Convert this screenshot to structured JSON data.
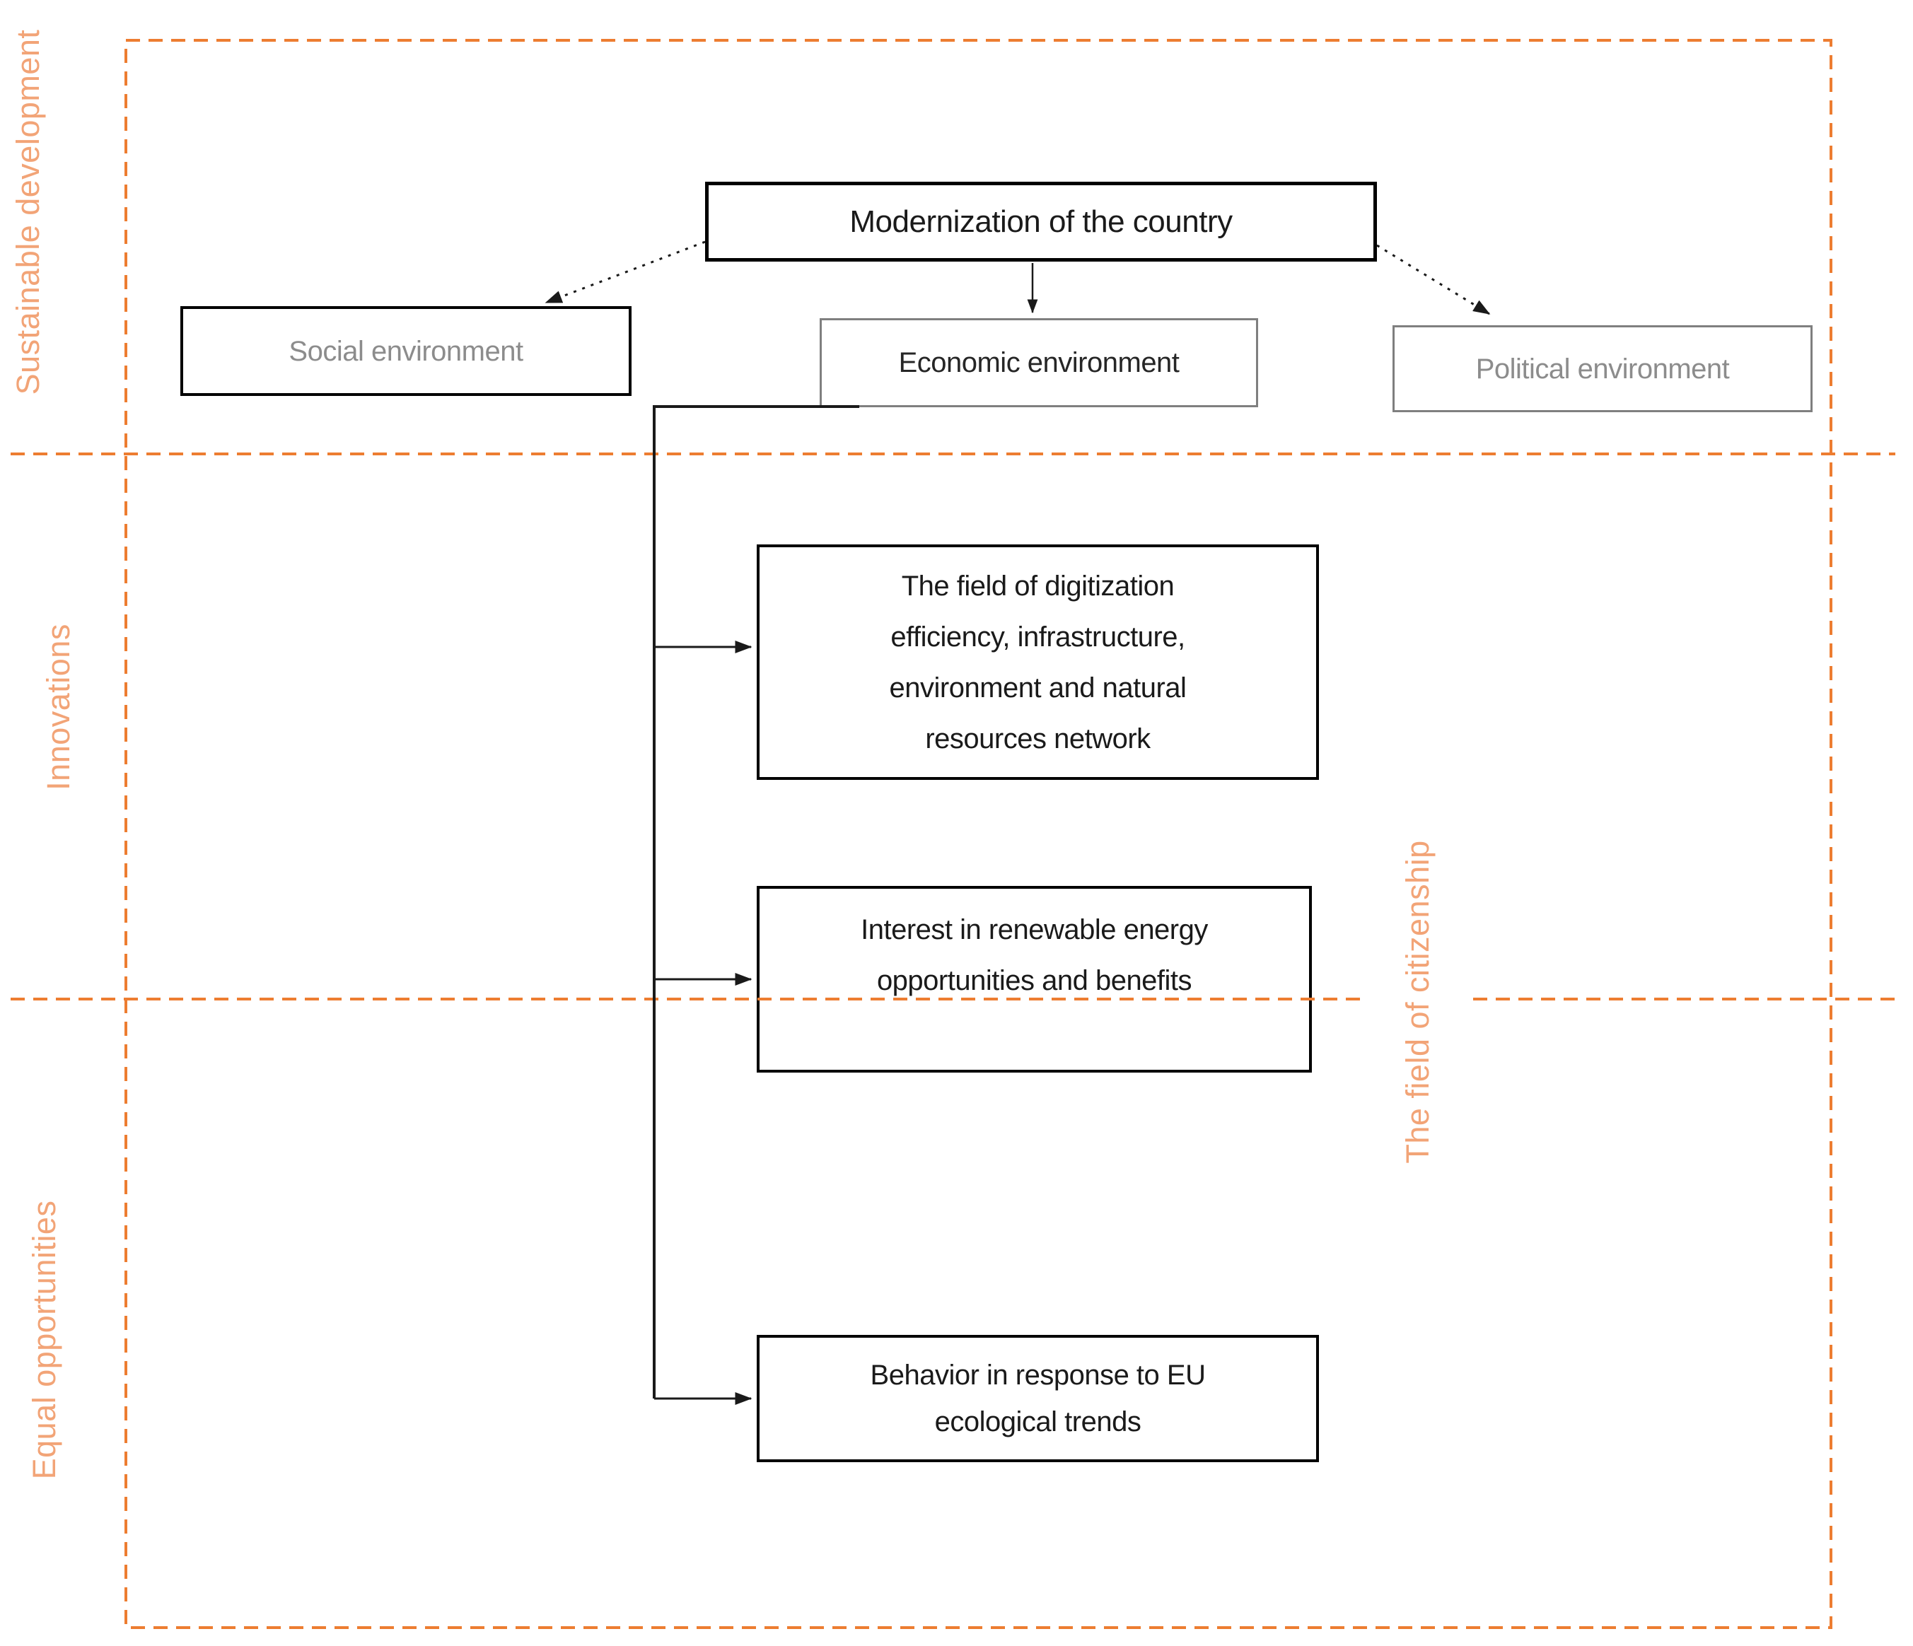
{
  "diagram": {
    "regions": {
      "sustainable_development": "Sustainable development",
      "innovations": "Innovations",
      "equal_opportunities": "Equal opportunities",
      "field_of_citizenship": "The field of citizenship"
    },
    "nodes": {
      "modernization": {
        "label": "Modernization of the country"
      },
      "social": {
        "label": "Social environment"
      },
      "economic": {
        "label": "Economic environment"
      },
      "political": {
        "label": "Political environment"
      },
      "digitization": {
        "label": "The field of digitization efficiency, infrastructure, environment and natural resources network",
        "lines": [
          "The field of digitization",
          "efficiency, infrastructure,",
          "environment and natural",
          "resources network"
        ]
      },
      "renewable": {
        "label": "Interest in renewable energy opportunities and benefits",
        "lines": [
          "Interest in renewable energy",
          "opportunities and benefits"
        ]
      },
      "behavior": {
        "label": "Behavior in response to EU ecological trends",
        "lines": [
          "Behavior in response to EU",
          "ecological trends"
        ]
      }
    },
    "colors": {
      "dashed_frame_orange": "#ED7D31",
      "region_label_orange": "#F2A477",
      "muted_gray_text": "#8C8C8C",
      "muted_gray_border": "#7F7F7F",
      "dark_text": "#1A1A1A",
      "box_border_black": "#000000"
    }
  }
}
